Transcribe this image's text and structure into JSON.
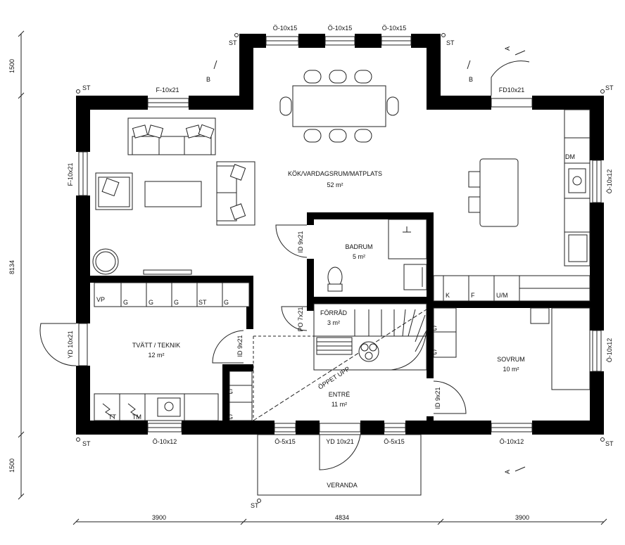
{
  "rooms": {
    "kitchen_name": "KÖK/VARDAGSRUM/MATPLATS",
    "kitchen_area": "52 m²",
    "bath_name": "BADRUM",
    "bath_area": "5 m²",
    "storage_name": "FÖRRÅD",
    "storage_area": "3 m²",
    "laundry_name": "TVÄTT / TEKNIK",
    "laundry_area": "12 m²",
    "bedroom_name": "SOVRUM",
    "bedroom_area": "10 m²",
    "entry_name": "ENTRÉ",
    "entry_area": "11 m²",
    "veranda_name": "VERANDA",
    "open_up": "ÖPPET UPP"
  },
  "windows": {
    "top_1": "Ö-10x15",
    "top_2": "Ö-10x15",
    "top_3": "Ö-10x15",
    "living_top": "F-10x21",
    "living_left": "F-10x21",
    "fd": "FD10x21",
    "right_upper": "Ö-10x12",
    "right_lower": "Ö-10x12",
    "bottom_left": "Ö-10x12",
    "bottom_right": "Ö-10x12",
    "entry_left": "Ö-5x15",
    "entry_right": "Ö-5x15"
  },
  "doors": {
    "bath": "ID 9x21",
    "storage": "PO 7x21",
    "laundry": "ID 9x21",
    "outer_left": "YD 10x21",
    "front": "YD 10x21",
    "bedroom": "ID 9x21"
  },
  "appliances": {
    "vp": "VP",
    "g1": "G",
    "g2": "G",
    "g3": "G",
    "st": "ST",
    "g4": "G",
    "tt": "TT",
    "tm": "TM",
    "k": "K",
    "f": "F",
    "um": "U/M",
    "dm": "DM",
    "g_bed1": "G",
    "g_bed2": "G",
    "g_entry1": "G",
    "g_entry2": "G"
  },
  "markers": {
    "st_tl": "ST",
    "st_tr": "ST",
    "st_bl": "ST",
    "st_br": "ST",
    "st_top1": "ST",
    "st_top2": "ST",
    "st_ver": "ST",
    "a_top": "A",
    "a_bottom": "A",
    "b_left": "B",
    "b_right": "B"
  },
  "dimensions": {
    "left_top": "1500",
    "left_mid": "8134",
    "left_bottom": "1500",
    "bottom_1": "3900",
    "bottom_2": "4834",
    "bottom_3": "3900"
  }
}
